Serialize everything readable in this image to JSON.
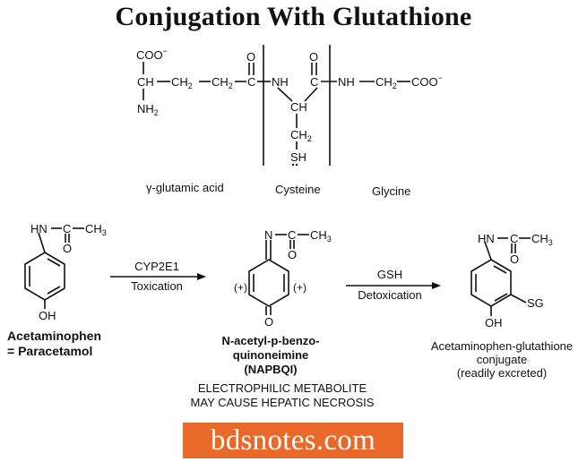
{
  "title": "Conjugation With Glutathione",
  "glutathione_structure": {
    "atoms": {
      "coo_top": "COO",
      "coo_charge": "−",
      "ch_alpha": "CH",
      "ch2_a": "CH",
      "ch2_b": "CH",
      "c_carbonyl_1": "C",
      "o_1": "O",
      "nh_1": "NH",
      "ch_cys": "CH",
      "ch2_cys": "CH",
      "sh": "SH",
      "c_carbonyl_2": "C",
      "o_2": "O",
      "nh_2": "NH",
      "ch2_gly": "CH",
      "coo_gly": "COO",
      "nh2": "NH",
      "sub2": "2"
    },
    "segments": [
      {
        "label": "γ-glutamic acid"
      },
      {
        "label": "Cysteine"
      },
      {
        "label": "Glycine"
      }
    ]
  },
  "reaction": {
    "reactant": {
      "name_line1": "Acetaminophen",
      "name_line2": "= Paracetamol",
      "groups": {
        "hn": "HN",
        "c": "C",
        "ch3": "CH",
        "sub3": "3",
        "o": "O",
        "oh": "OH"
      }
    },
    "step1": {
      "enzyme": "CYP2E1",
      "process": "Toxication"
    },
    "intermediate": {
      "name_line1": "N-acetyl-p-benzo-",
      "name_line2": "quinoneimine",
      "abbrev": "(NAPBQI)",
      "note_line1": "ELECTROPHILIC METABOLITE",
      "note_line2": "MAY CAUSE HEPATIC NECROSIS",
      "groups": {
        "n": "N",
        "c": "C",
        "ch3": "CH",
        "sub3": "3",
        "o_acyl": "O",
        "o_ring": "O",
        "plus_left": "(+)",
        "plus_right": "(+)"
      }
    },
    "step2": {
      "reagent": "GSH",
      "process": "Detoxication"
    },
    "product": {
      "name_line1": "Acetaminophen-glutathione",
      "name_line2": "conjugate",
      "name_line3": "(readily excreted)",
      "groups": {
        "hn": "HN",
        "c": "C",
        "ch3": "CH",
        "sub3": "3",
        "o": "O",
        "oh": "OH",
        "sg": "SG"
      }
    }
  },
  "watermark": {
    "text": "bdsnotes.com",
    "background": "#e8692a",
    "color": "#ffffff"
  }
}
